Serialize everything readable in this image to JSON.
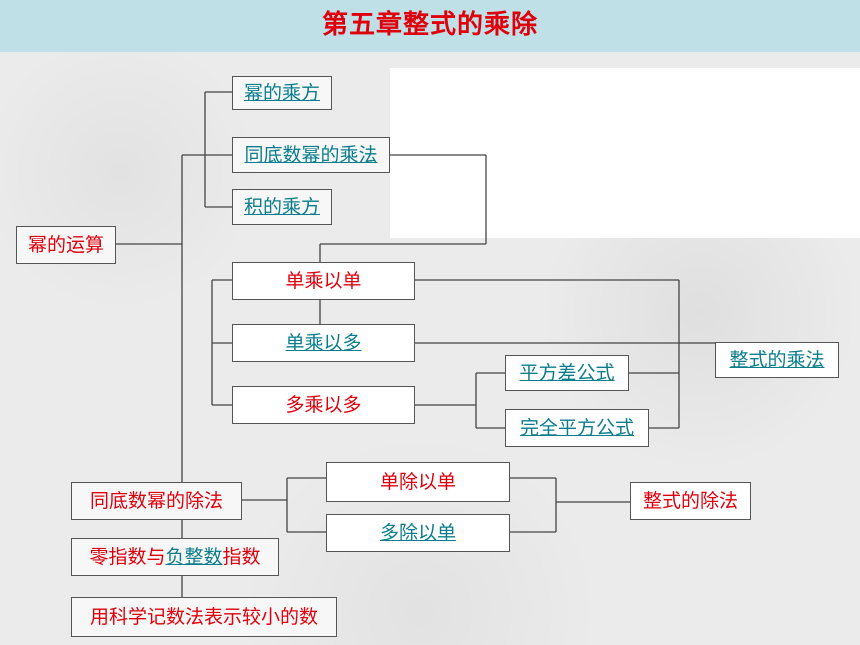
{
  "title": "第五章整式的乘除",
  "colors": {
    "header_bg": "#bfe0e6",
    "red_text": "#e0000c",
    "link_text": "#0a7d8c"
  },
  "nodes": {
    "power_of_power": "幂的乘方",
    "same_base_multiply": "同底数幂的乘法",
    "power_of_product": "积的乘方",
    "power_operations": "幂的运算",
    "mono_times_mono": "单乘以单",
    "mono_times_poly": "单乘以多",
    "poly_times_poly": "多乘以多",
    "difference_of_squares": "平方差公式",
    "perfect_square": "完全平方公式",
    "polynomial_multiplication": "整式的乘法",
    "same_base_division": "同底数幂的除法",
    "mono_div_mono": "单除以单",
    "poly_div_mono": "多除以单",
    "polynomial_division": "整式的除法",
    "zero_negative_exponent_prefix": "零指数与",
    "zero_negative_exponent_link": "负整数",
    "zero_negative_exponent_suffix": "指数",
    "scientific_notation": "用科学记数法表示较小的数"
  }
}
